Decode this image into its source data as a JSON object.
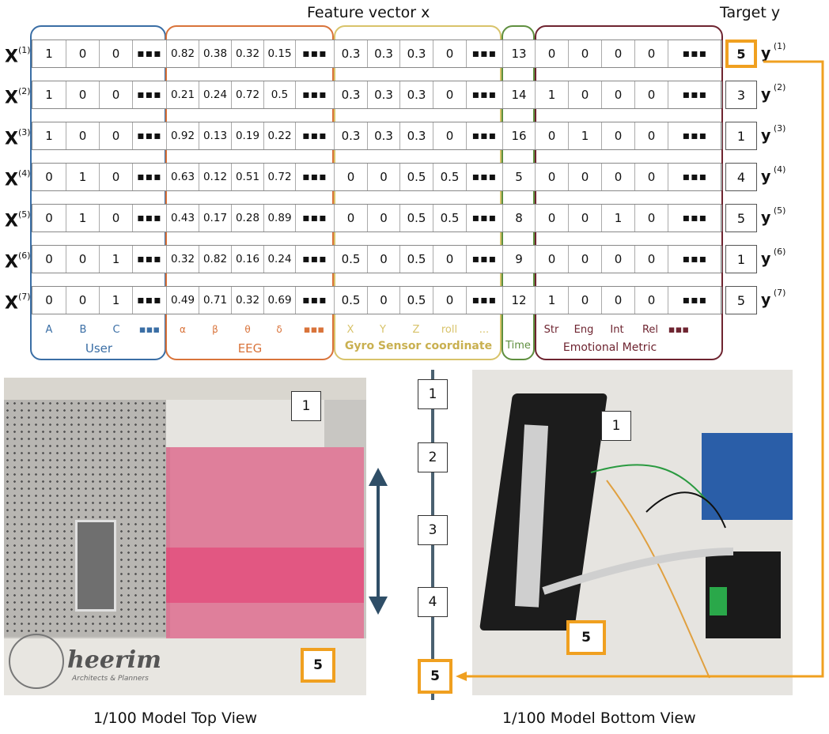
{
  "header": {
    "feature_title": "Feature vector x",
    "target_title": "Target y"
  },
  "row_labels": [
    "(1)",
    "(2)",
    "(3)",
    "(4)",
    "(5)",
    "(6)",
    "(7)"
  ],
  "row_prefix": "X",
  "y_prefix": "y",
  "rows": [
    {
      "user": [
        "1",
        "0",
        "0"
      ],
      "eeg": [
        "0.82",
        "0.38",
        "0.32",
        "0.15"
      ],
      "gyro": [
        "0.3",
        "0.3",
        "0.3",
        "0"
      ],
      "time": "13",
      "emo": [
        "0",
        "0",
        "0",
        "0"
      ],
      "y": "5"
    },
    {
      "user": [
        "1",
        "0",
        "0"
      ],
      "eeg": [
        "0.21",
        "0.24",
        "0.72",
        "0.5"
      ],
      "gyro": [
        "0.3",
        "0.3",
        "0.3",
        "0"
      ],
      "time": "14",
      "emo": [
        "1",
        "0",
        "0",
        "0"
      ],
      "y": "3"
    },
    {
      "user": [
        "1",
        "0",
        "0"
      ],
      "eeg": [
        "0.92",
        "0.13",
        "0.19",
        "0.22"
      ],
      "gyro": [
        "0.3",
        "0.3",
        "0.3",
        "0"
      ],
      "time": "16",
      "emo": [
        "0",
        "1",
        "0",
        "0"
      ],
      "y": "1"
    },
    {
      "user": [
        "0",
        "1",
        "0"
      ],
      "eeg": [
        "0.63",
        "0.12",
        "0.51",
        "0.72"
      ],
      "gyro": [
        "0",
        "0",
        "0.5",
        "0.5"
      ],
      "time": "5",
      "emo": [
        "0",
        "0",
        "0",
        "0"
      ],
      "y": "4"
    },
    {
      "user": [
        "0",
        "1",
        "0"
      ],
      "eeg": [
        "0.43",
        "0.17",
        "0.28",
        "0.89"
      ],
      "gyro": [
        "0",
        "0",
        "0.5",
        "0.5"
      ],
      "time": "8",
      "emo": [
        "0",
        "0",
        "1",
        "0"
      ],
      "y": "5"
    },
    {
      "user": [
        "0",
        "0",
        "1"
      ],
      "eeg": [
        "0.32",
        "0.82",
        "0.16",
        "0.24"
      ],
      "gyro": [
        "0.5",
        "0",
        "0.5",
        "0"
      ],
      "time": "9",
      "emo": [
        "0",
        "0",
        "0",
        "0"
      ],
      "y": "1"
    },
    {
      "user": [
        "0",
        "0",
        "1"
      ],
      "eeg": [
        "0.49",
        "0.71",
        "0.32",
        "0.69"
      ],
      "gyro": [
        "0.5",
        "0",
        "0.5",
        "0"
      ],
      "time": "12",
      "emo": [
        "1",
        "0",
        "0",
        "0"
      ],
      "y": "5"
    }
  ],
  "ellipsis": "▪▪▪",
  "groups": {
    "user": {
      "name": "User",
      "labels": [
        "A",
        "B",
        "C"
      ],
      "color": "#3a6ea5"
    },
    "eeg": {
      "name": "EEG",
      "labels": [
        "α",
        "β",
        "θ",
        "δ"
      ],
      "color": "#d9733a"
    },
    "gyro": {
      "name": "Gyro Sensor coordinate",
      "labels": [
        "X",
        "Y",
        "Z",
        "roll"
      ],
      "color": "#d8c36a"
    },
    "time": {
      "name": "Time",
      "color": "#5f8f3f"
    },
    "emo": {
      "name": "Emotional Metric",
      "labels": [
        "Str",
        "Eng",
        "Int",
        "Rel"
      ],
      "color": "#6e2430"
    }
  },
  "markers": [
    "1",
    "2",
    "3",
    "4",
    "5"
  ],
  "captions": {
    "top_view": "1/100 Model Top View",
    "bottom_view": "1/100 Model Bottom View"
  },
  "photo_text": {
    "brand": "heerim",
    "brand_sub": "Architects & Planners"
  },
  "colors": {
    "highlight": "#f0a020",
    "pink": "#f2457c"
  }
}
